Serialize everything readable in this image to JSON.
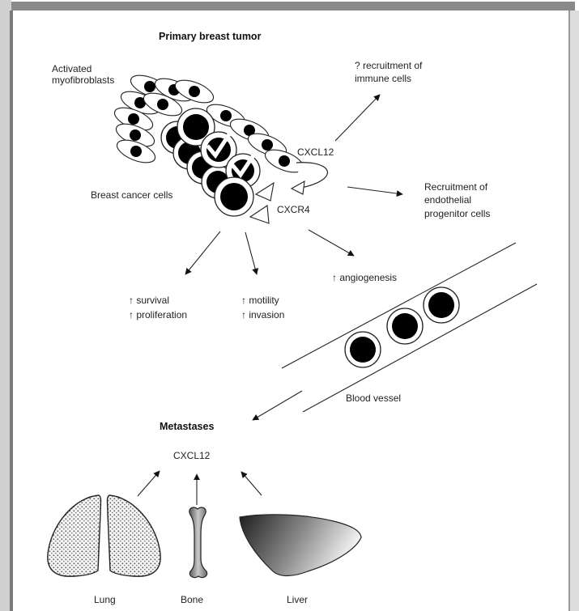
{
  "title": "Primary breast tumor",
  "labels": {
    "myofibroblasts_1": "Activated",
    "myofibroblasts_2": "myofibroblasts",
    "breast_cancer_cells": "Breast cancer cells",
    "cxcl12_top": "CXCL12",
    "cxcr4": "CXCR4",
    "immune_1": "? recruitment of",
    "immune_2": "immune cells",
    "endo_1": "Recruitment of",
    "endo_2": "endothelial",
    "endo_3": "progenitor cells",
    "survival_1": "↑ survival",
    "survival_2": "↑ proliferation",
    "motility_1": "↑ motility",
    "motility_2": "↑ invasion",
    "angiogenesis": "↑ angiogenesis",
    "blood_vessel": "Blood vessel",
    "metastases": "Metastases",
    "cxcl12_bottom": "CXCL12",
    "lung": "Lung",
    "bone": "Bone",
    "liver": "Liver"
  }
}
